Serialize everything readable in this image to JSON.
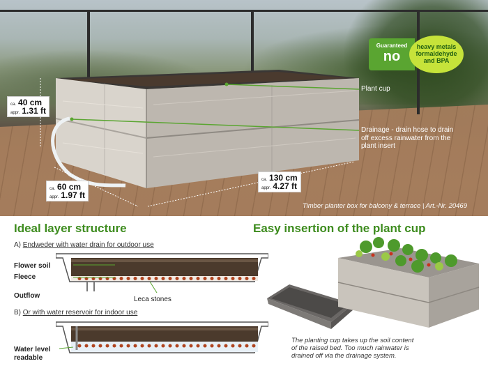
{
  "hero": {
    "dim_height": {
      "ca": "ca.",
      "value": "40 cm",
      "appr": "appr.",
      "imperial": "1.31 ft"
    },
    "dim_depth": {
      "ca": "ca.",
      "value": "60 cm",
      "appr": "appr.",
      "imperial": "1.97 ft"
    },
    "dim_width": {
      "ca": "ca.",
      "value": "130 cm",
      "appr": "appr.",
      "imperial": "4.27 ft"
    },
    "plant_cup_label": "Plant cup",
    "drainage_label_line1": "Drainage - drain hose to drain",
    "drainage_label_line2": "off excess rainwater from the",
    "drainage_label_line3": "plant insert",
    "caption": "Timber planter box for balcony & terrace | Art.-Nr. 20469",
    "badge": {
      "guaranteed": "Guaranteed",
      "no": "no",
      "line1": "heavy metals",
      "line2": "formaldehyde",
      "line3": "and BPA"
    }
  },
  "layers": {
    "title": "Ideal layer structure",
    "option_a_prefix": "A)",
    "option_a": "Endweder with water drain for outdoor use",
    "flower_soil": "Flower soil",
    "fleece": "Fleece",
    "outflow": "Outflow",
    "leca": "Leca stones",
    "option_b_prefix": "B)",
    "option_b": "Or with water reservoir for indoor use",
    "water_level_1": "Water level",
    "water_level_2": "readable"
  },
  "insertion": {
    "title": "Easy insertion of the plant cup",
    "text_line1": "The planting cup takes up the soil content",
    "text_line2": "of the raised bed. Too much rainwater is",
    "text_line3": "drained off via the drainage system."
  },
  "colors": {
    "accent": "#3e8c1f",
    "badge_green": "#5aa531",
    "badge_lime": "#c6e33a"
  }
}
